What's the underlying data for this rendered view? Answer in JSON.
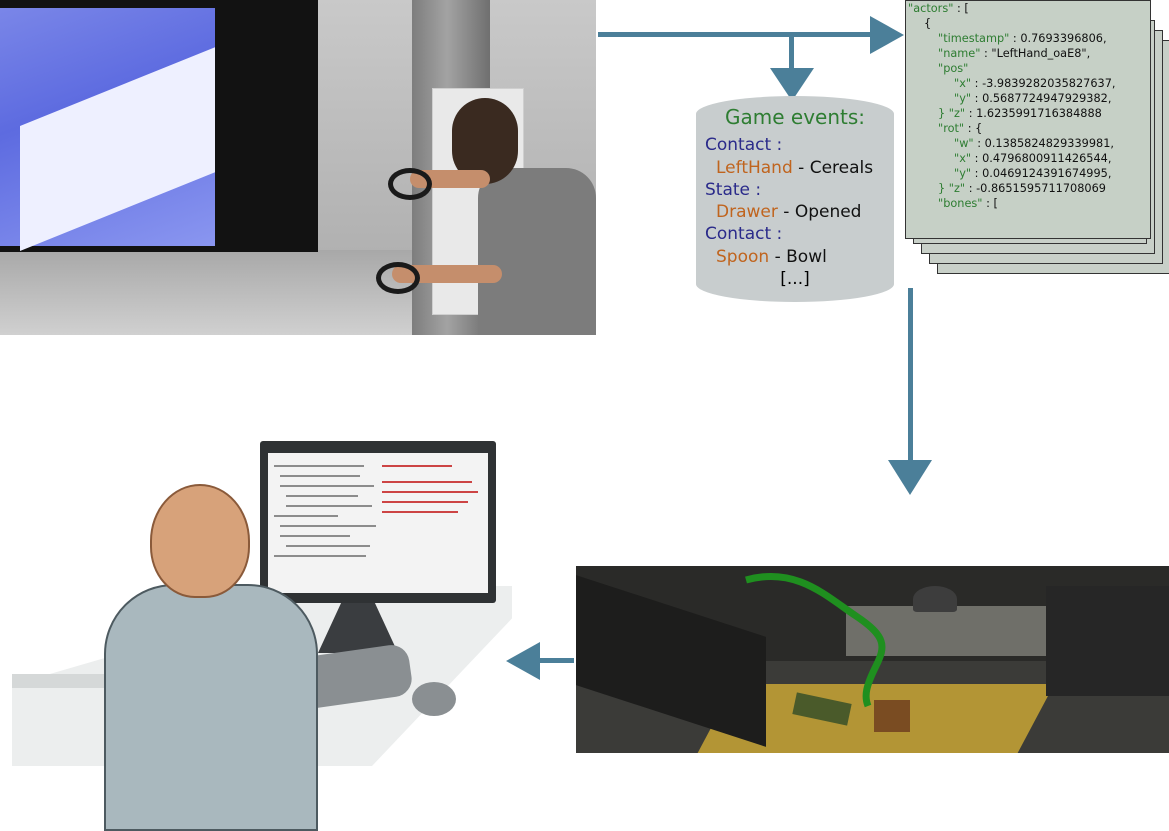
{
  "game_events": {
    "title": "Game events:",
    "events": [
      {
        "type": "Contact :",
        "object": "LeftHand",
        "separator": " - ",
        "value": "Cereals"
      },
      {
        "type": "State :",
        "object": "Drawer",
        "separator": " - ",
        "value": "Opened"
      },
      {
        "type": "Contact :",
        "object": "Spoon",
        "separator": " - ",
        "value": "Bowl"
      }
    ],
    "ellipsis": "[...]"
  },
  "json_doc": {
    "lines": [
      {
        "indent": 0,
        "key": "\"actors\"",
        "rest": " : ["
      },
      {
        "indent": 1,
        "key": "",
        "rest": "{"
      },
      {
        "indent": 2,
        "key": "\"timestamp\"",
        "rest": " : 0.7693396806,"
      },
      {
        "indent": 2,
        "key": "\"name\"",
        "rest": " : \"LeftHand_oaE8\","
      },
      {
        "indent": 2,
        "key": "\"pos\"",
        "rest": ""
      },
      {
        "indent": 3,
        "key": "\"x\"",
        "rest": " : -3.9839282035827637,"
      },
      {
        "indent": 3,
        "key": "\"y\"",
        "rest": " : 0.5687724947929382,"
      },
      {
        "indent": 2,
        "key": "}  \"z\"",
        "rest": " : 1.6235991716384888"
      },
      {
        "indent": 0,
        "key": "",
        "rest": " "
      },
      {
        "indent": 2,
        "key": "\"rot\"",
        "rest": " : {"
      },
      {
        "indent": 3,
        "key": "\"w\"",
        "rest": " : 0.1385824829339981,"
      },
      {
        "indent": 3,
        "key": "\"x\"",
        "rest": " : 0.4796800911426544,"
      },
      {
        "indent": 3,
        "key": "\"y\"",
        "rest": " : 0.0469124391674995,"
      },
      {
        "indent": 2,
        "key": "}  \"z\"",
        "rest": " : -0.8651595711708069"
      },
      {
        "indent": 0,
        "key": "",
        "rest": " "
      },
      {
        "indent": 2,
        "key": "\"bones\"",
        "rest": " : ["
      }
    ]
  },
  "colors": {
    "arrow": "#4b7f99",
    "event_type": "#2a2a8a",
    "event_object": "#c0641e",
    "json_key": "#2e7d32",
    "title": "#2e7d32",
    "cylinder": "#c8cdce",
    "doc_bg": "#c6d0c6"
  }
}
